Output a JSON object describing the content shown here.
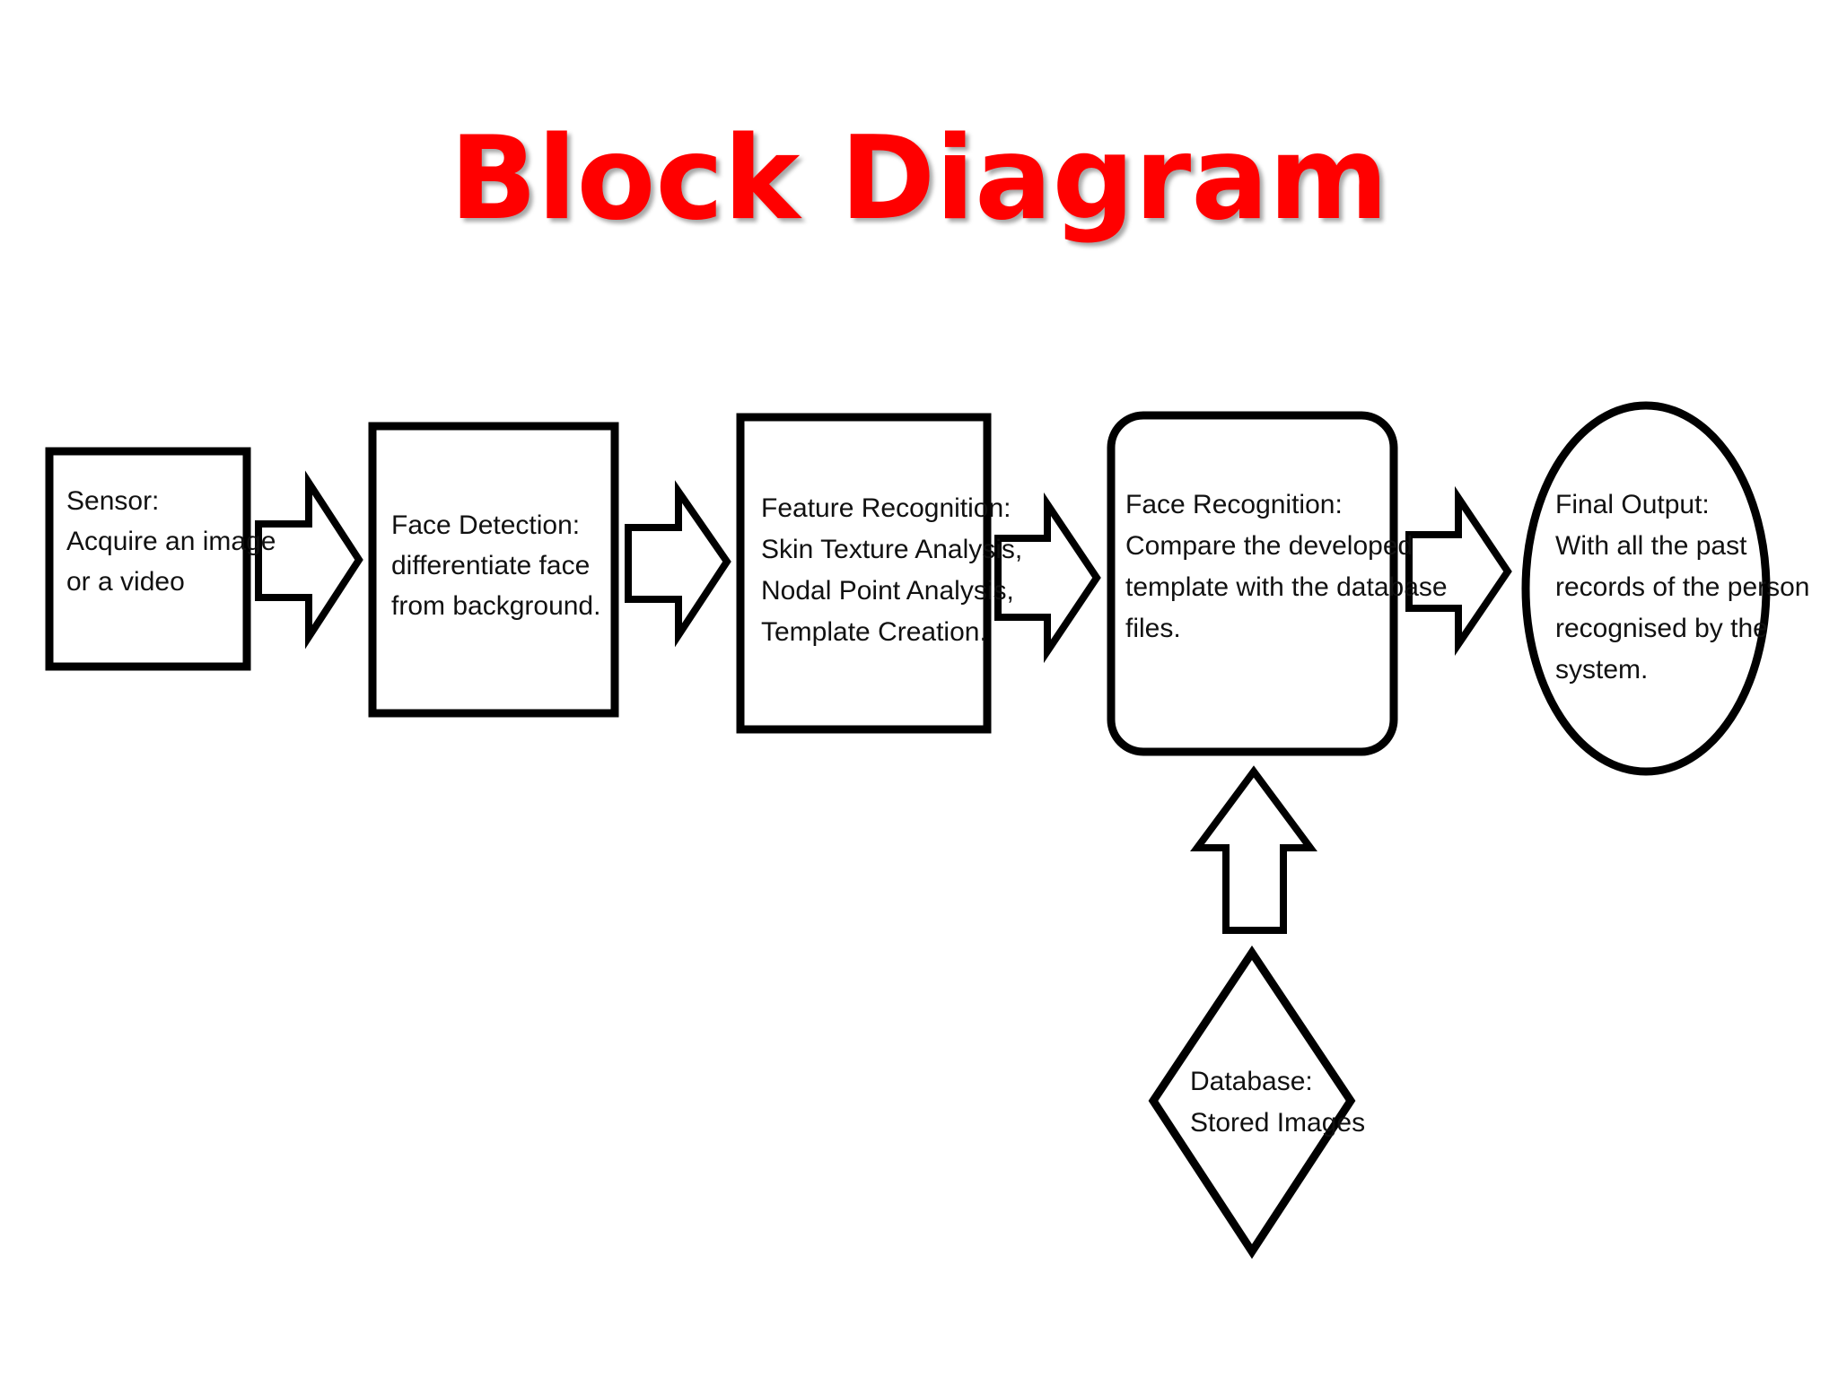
{
  "title": "Block Diagram",
  "colors": {
    "title": "#ff0000",
    "stroke": "#000000",
    "background": "#ffffff"
  },
  "blocks": [
    {
      "shape": "rectangle",
      "lines": [
        "Sensor:",
        "Acquire an image",
        "or a video"
      ]
    },
    {
      "shape": "rectangle",
      "lines": [
        "Face Detection:",
        "differentiate face",
        "from background."
      ]
    },
    {
      "shape": "rectangle",
      "lines": [
        "Feature Recognition:",
        "Skin Texture Analysis,",
        "Nodal Point Analysis,",
        "Template Creation."
      ]
    },
    {
      "shape": "rounded-rectangle",
      "lines": [
        "Face Recognition:",
        "Compare the developed",
        "template with the database",
        "files."
      ]
    },
    {
      "shape": "ellipse",
      "lines": [
        "Final Output:",
        "With all the past",
        "records of the person",
        "recognised by the",
        "system."
      ]
    },
    {
      "shape": "diamond",
      "lines": [
        "Database:",
        "Stored Images"
      ]
    }
  ]
}
